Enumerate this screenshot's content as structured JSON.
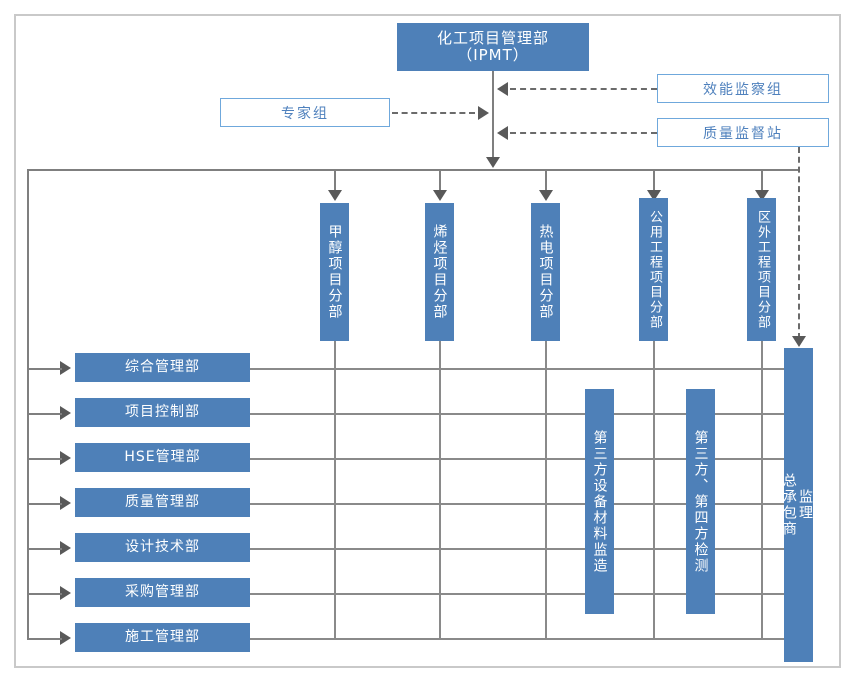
{
  "diagram": {
    "title_box": {
      "line1": "化工项目管理部",
      "line2": "（IPMT）"
    },
    "left_box": {
      "label": "专家组"
    },
    "right_boxes": [
      {
        "label": "效能监察组"
      },
      {
        "label": "质量监督站"
      }
    ],
    "project_divisions": [
      {
        "label": "甲醇项目分部"
      },
      {
        "label": "烯烃项目分部"
      },
      {
        "label": "热电项目分部"
      },
      {
        "label": "公用工程项目分部"
      },
      {
        "label": "区外工程项目分部"
      }
    ],
    "departments": [
      {
        "label": "综合管理部"
      },
      {
        "label": "项目控制部"
      },
      {
        "label": "HSE管理部"
      },
      {
        "label": "质量管理部"
      },
      {
        "label": "设计技术部"
      },
      {
        "label": "采购管理部"
      },
      {
        "label": "施工管理部"
      }
    ],
    "third_party_boxes": [
      {
        "label": "第三方设备材料监造"
      },
      {
        "label": "第三方、第四方检测"
      }
    ],
    "contractor_box": {
      "label_top": "监理",
      "label_bottom": "总承包商"
    },
    "colors": {
      "box_fill": "#4e80b8",
      "box_text": "#ffffff",
      "outline_box_border": "#6fa8dc",
      "outline_box_text": "#4f81bd",
      "connector": "#7f7f7f",
      "grid": "#8a8a8a",
      "frame": "#c9c9c9"
    }
  }
}
